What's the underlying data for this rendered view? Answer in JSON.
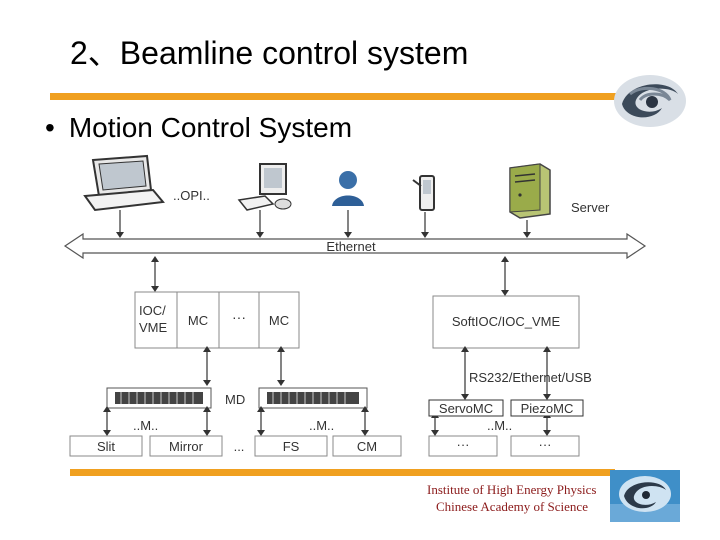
{
  "slide": {
    "title": "2、Beamline control system",
    "bullet": "Motion Control System"
  },
  "diagram": {
    "opi_label": "..OPI..",
    "server_label": "Server",
    "ethernet_label": "Ethernet",
    "ioc_label_line1": "IOC/",
    "ioc_label_line2": "VME",
    "mc_label_1": "MC",
    "ellipsis_label": "···",
    "mc_label_2": "MC",
    "softioc_label": "SoftIOC/IOC_VME",
    "md_label": "MD",
    "m_label_left": "..M..",
    "m_label_mid": "..M..",
    "rs232_label": "RS232/Ethernet/USB",
    "servomc_label": "ServoMC",
    "piezomc_label": "PiezoMC",
    "m_label_right": "..M..",
    "slit_label": "Slit",
    "mirror_label": "Mirror",
    "dots_mid": "...",
    "fs_label": "FS",
    "cm_label": "CM",
    "dots_right_1": "···",
    "dots_right_2": "···"
  },
  "footer": {
    "line1": "Institute of High Energy Physics",
    "line2": "Chinese Academy of Science"
  },
  "colors": {
    "accent_bar": "#f0a020",
    "footer_text": "#8b1a1a",
    "box_border": "#8a8a8a",
    "box_fill": "#ffffff"
  }
}
